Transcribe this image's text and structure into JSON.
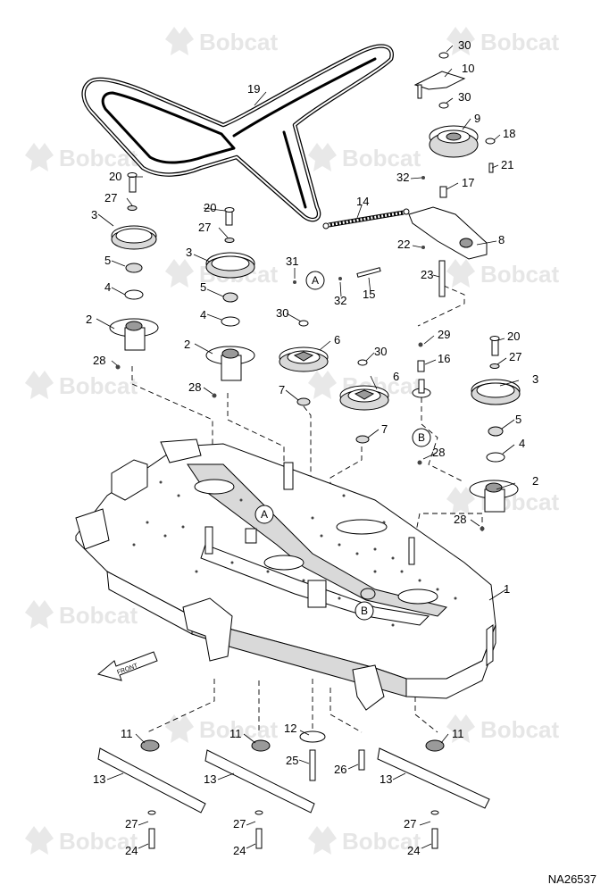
{
  "watermark": {
    "brand": "Bobcat",
    "logo_icon": "bobcat-logo-icon"
  },
  "document_number": "NA26537",
  "direction_label": "FRONT",
  "reference_markers": [
    "A",
    "B"
  ],
  "callouts": [
    "1",
    "2",
    "3",
    "4",
    "5",
    "6",
    "7",
    "8",
    "9",
    "10",
    "11",
    "12",
    "13",
    "14",
    "15",
    "16",
    "17",
    "18",
    "19",
    "20",
    "21",
    "22",
    "23",
    "24",
    "25",
    "26",
    "27",
    "28",
    "29",
    "30",
    "31",
    "32"
  ],
  "colors": {
    "line": "#000000",
    "watermark": "#e6e6e6",
    "background": "#ffffff"
  }
}
